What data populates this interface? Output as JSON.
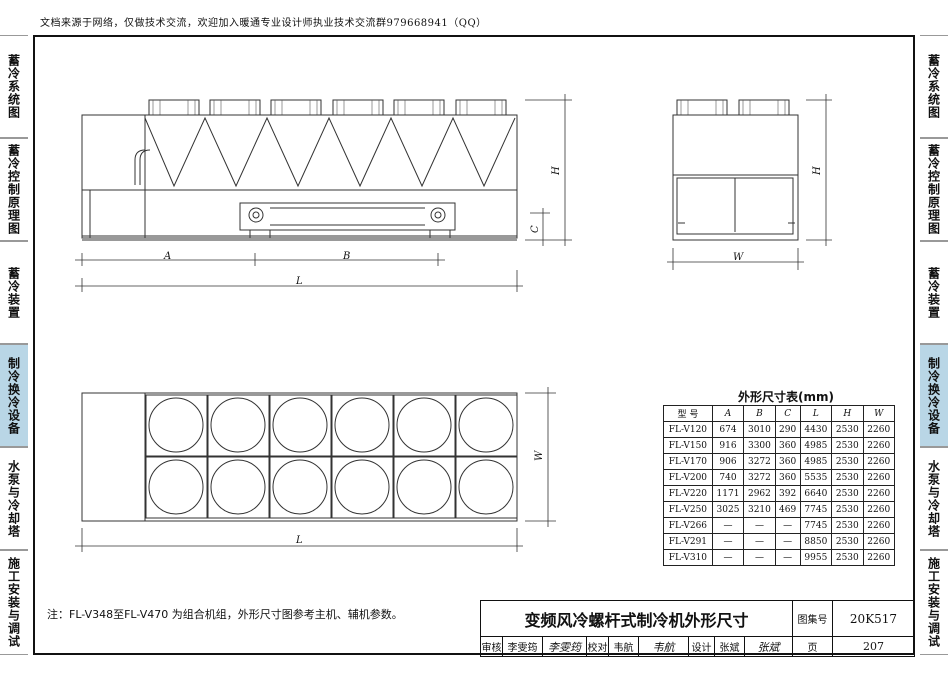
{
  "header_note": "文档来源于网络，仅做技术交流，欢迎加入暖通专业设计师执业技术交流群979668941（QQ）",
  "sidebar_left": [
    {
      "label": "蓄冷系统图",
      "active": false
    },
    {
      "label": "蓄冷控制原理图",
      "active": false
    },
    {
      "label": "蓄冷装置",
      "active": false
    },
    {
      "label": "制冷换冷设备",
      "active": true
    },
    {
      "label": "水泵与冷却塔",
      "active": false
    },
    {
      "label": "施工安装与调试",
      "active": false
    }
  ],
  "sidebar_right": [
    {
      "label": "蓄冷系统图",
      "active": false
    },
    {
      "label": "蓄冷控制原理图",
      "active": false
    },
    {
      "label": "蓄冷装置",
      "active": false
    },
    {
      "label": "制冷换冷设备",
      "active": true
    },
    {
      "label": "水泵与冷却塔",
      "active": false
    },
    {
      "label": "施工安装与调试",
      "active": false
    }
  ],
  "drawing_labels": {
    "A": "A",
    "B": "B",
    "L": "L",
    "H": "H",
    "C": "C",
    "W": "W"
  },
  "table": {
    "title": "外形尺寸表(mm)",
    "headers": [
      "型 号",
      "A",
      "B",
      "C",
      "L",
      "H",
      "W"
    ],
    "rows": [
      [
        "FL-V120",
        "674",
        "3010",
        "290",
        "4430",
        "2530",
        "2260"
      ],
      [
        "FL-V150",
        "916",
        "3300",
        "360",
        "4985",
        "2530",
        "2260"
      ],
      [
        "FL-V170",
        "906",
        "3272",
        "360",
        "4985",
        "2530",
        "2260"
      ],
      [
        "FL-V200",
        "740",
        "3272",
        "360",
        "5535",
        "2530",
        "2260"
      ],
      [
        "FL-V220",
        "1171",
        "2962",
        "392",
        "6640",
        "2530",
        "2260"
      ],
      [
        "FL-V250",
        "3025",
        "3210",
        "469",
        "7745",
        "2530",
        "2260"
      ],
      [
        "FL-V266",
        "—",
        "—",
        "—",
        "7745",
        "2530",
        "2260"
      ],
      [
        "FL-V291",
        "—",
        "—",
        "—",
        "8850",
        "2530",
        "2260"
      ],
      [
        "FL-V310",
        "—",
        "—",
        "—",
        "9955",
        "2530",
        "2260"
      ]
    ]
  },
  "note": "注：FL-V348至FL-V470 为组合机组，外形尺寸图参考主机、辅机参数。",
  "title_block": {
    "title": "变频风冷螺杆式制冷机外形尺寸",
    "atlas_label": "图集号",
    "atlas_no": "20K517",
    "page_label": "页",
    "page_no": "207",
    "review_label": "审核",
    "review_name": "李雯筠",
    "review_sig": "李雯筠",
    "check_label": "校对",
    "check_name": "韦航",
    "check_sig": "韦航",
    "design_label": "设计",
    "design_name": "张斌",
    "design_sig": "张斌"
  }
}
